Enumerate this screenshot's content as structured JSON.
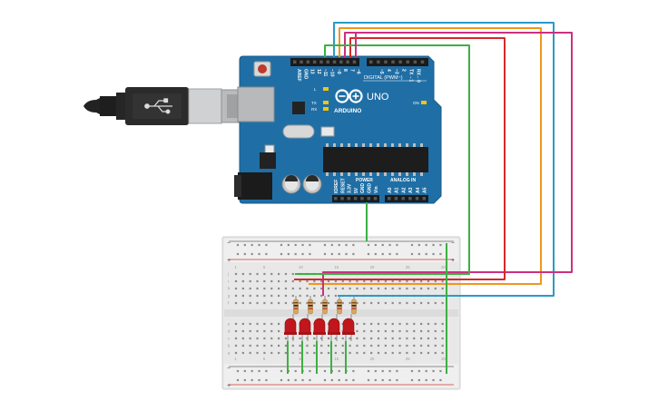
{
  "canvas": {
    "background": "#ffffff"
  },
  "usb": {
    "name": "USB cable"
  },
  "board": {
    "brand": "ARDUINO",
    "model": "UNO",
    "digital_header": "DIGITAL (PWM~)",
    "power_header": "POWER",
    "analog_header": "ANALOG IN",
    "on_label": "ON",
    "l_label": "L",
    "tx_label": "TX",
    "rx_label": "RX",
    "top_pins": [
      "AREF",
      "GND",
      "13",
      "12",
      "~11",
      "~10",
      "~9",
      "8",
      "7",
      "~6",
      "~5",
      "4",
      "~3",
      "2",
      "TX→1",
      "RX←0"
    ],
    "power_pins": [
      "IOREF",
      "RESET",
      "3.3V",
      "5V",
      "GND",
      "GND",
      "Vin"
    ],
    "analog_pins": [
      "A0",
      "A1",
      "A2",
      "A3",
      "A4",
      "A5"
    ],
    "color": "#1f6fa6"
  },
  "breadboard": {
    "columns": [
      "1",
      "5",
      "10",
      "15",
      "20",
      "25",
      "30"
    ],
    "rows_top": [
      "j",
      "i",
      "h",
      "g",
      "f"
    ],
    "rows_bottom": [
      "e",
      "d",
      "c",
      "b",
      "a"
    ],
    "rail_plus": "+",
    "rail_minus": "−"
  },
  "components": {
    "led_count": 5,
    "led_color": "#c0161c",
    "resistor_count": 5
  },
  "wires": {
    "green": "#3cb043",
    "red": "#d42a2a",
    "orange": "#f0961e",
    "blue": "#2a9bc7",
    "magenta": "#cc3080"
  }
}
